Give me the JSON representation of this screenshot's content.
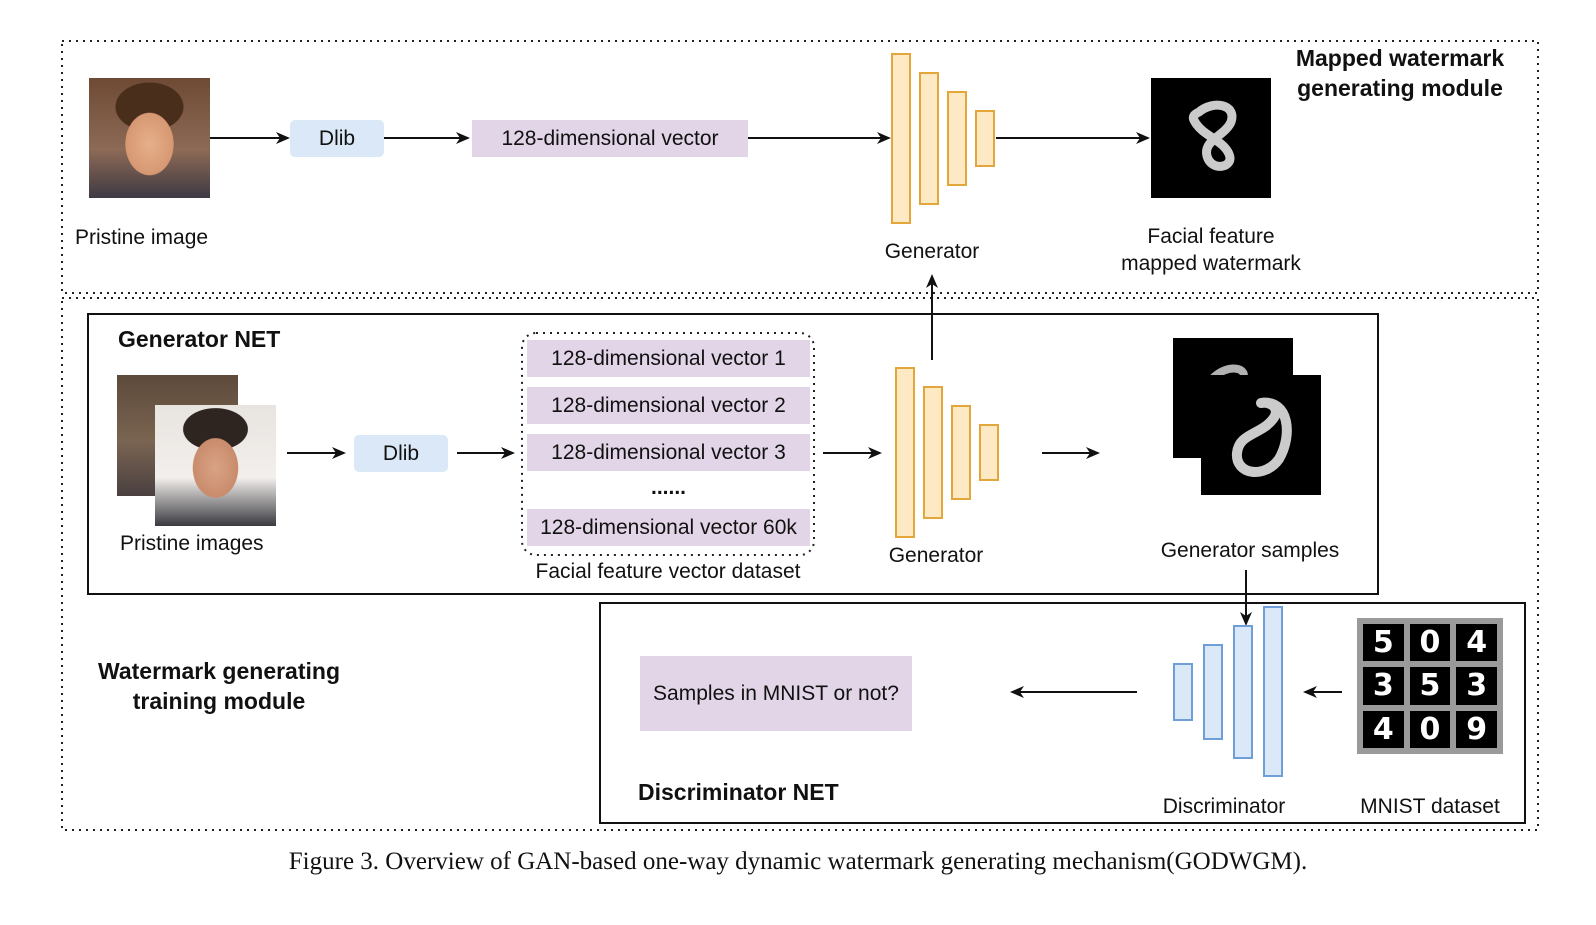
{
  "modules": {
    "mapped_title_line1": "Mapped watermark",
    "mapped_title_line2": "generating module",
    "training_title_line1": "Watermark generating",
    "training_title_line2": "training module"
  },
  "top": {
    "pristine_label": "Pristine  image",
    "dlib_label": "Dlib",
    "vector_label": "128-dimensional vector",
    "generator_label": "Generator",
    "output_label_line1": "Facial feature",
    "output_label_line2": "mapped watermark"
  },
  "generator_net": {
    "title": "Generator NET",
    "pristine_label": "Pristine images",
    "dlib_label": "Dlib",
    "vectors": [
      "128-dimensional vector 1",
      "128-dimensional vector 2",
      "128-dimensional vector 3"
    ],
    "ellipsis": "......",
    "last_vector": "128-dimensional vector 60k",
    "dataset_label": "Facial feature vector dataset",
    "generator_label": "Generator",
    "samples_label": "Generator samples"
  },
  "discriminator_net": {
    "title": "Discriminator NET",
    "question": "Samples in MNIST or not?",
    "discriminator_label": "Discriminator",
    "mnist_label": "MNIST dataset",
    "mnist_digits": [
      "5",
      "0",
      "4",
      "3",
      "5",
      "3",
      "4",
      "0",
      "9"
    ]
  },
  "caption": "Figure 3. Overview of GAN-based one-way dynamic watermark generating mechanism(GODWGM).",
  "colors": {
    "generator_fill": "#fde9c4",
    "generator_stroke": "#e3a63a",
    "discriminator_fill": "#dbe8f7",
    "discriminator_stroke": "#6f9fd8",
    "dlib_fill": "#dbe8f7",
    "vector_fill": "#e2d5e8"
  }
}
